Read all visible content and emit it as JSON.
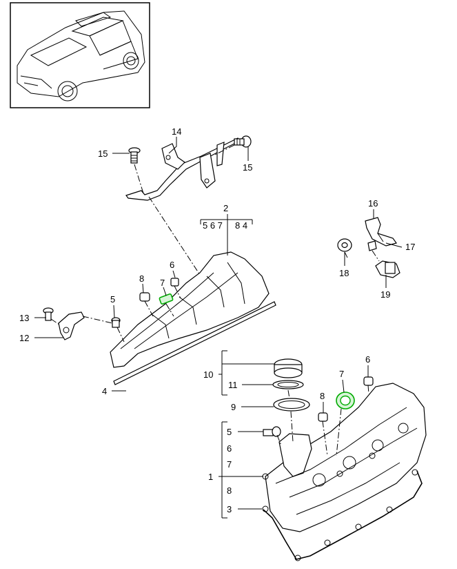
{
  "callouts": {
    "c14": "14",
    "c15a": "15",
    "c15b": "15",
    "c2": "2",
    "c2_sub1": "5 6 7",
    "c2_sub2": "8 4",
    "c16": "16",
    "c17": "17",
    "c18": "18",
    "c19": "19",
    "c6a": "6",
    "c7a": "7",
    "c8a": "8",
    "c5a": "5",
    "c13": "13",
    "c12": "12",
    "c4": "4",
    "c10": "10",
    "c11": "11",
    "c9": "9",
    "c6b": "6",
    "c7b": "7",
    "c8b": "8",
    "c5b": "5",
    "c6c": "6",
    "c7c": "7",
    "c1": "1",
    "c8c": "8",
    "c3": "3"
  },
  "colors": {
    "highlight": "#00a000",
    "line": "#000000"
  }
}
